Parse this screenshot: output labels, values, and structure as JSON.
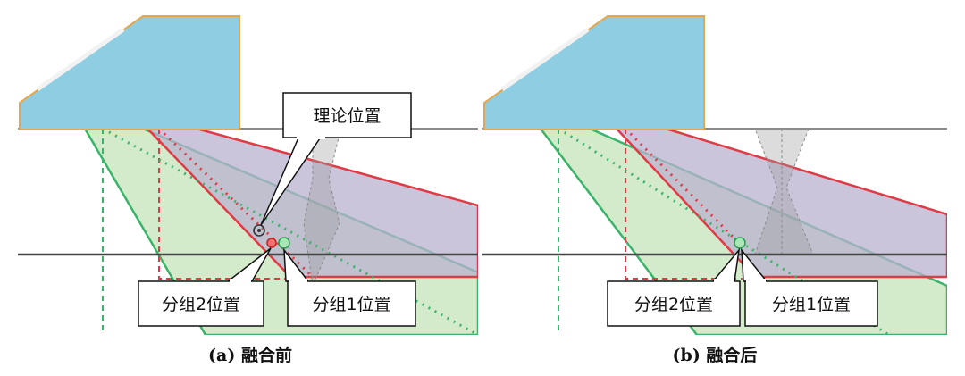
{
  "panels": [
    {
      "id": "a",
      "caption": "(a) 融合前",
      "callouts": {
        "theory": "理论位置",
        "group2": "分组2位置",
        "group1": "分组1位置"
      }
    },
    {
      "id": "b",
      "caption": "(b) 融合后",
      "callouts": {
        "group2": "分组2位置",
        "group1": "分组1位置"
      }
    }
  ],
  "colors": {
    "wedge_fill": "#8ecde2",
    "wedge_edge": "#e8a64a",
    "green_beam": "#3bb36b",
    "green_fill": "#cde8c2",
    "red_beam": "#e03a45",
    "purple_fill": "#b9b2d0",
    "gray_beam": "#a8a8a8",
    "line_dark": "#444444"
  }
}
